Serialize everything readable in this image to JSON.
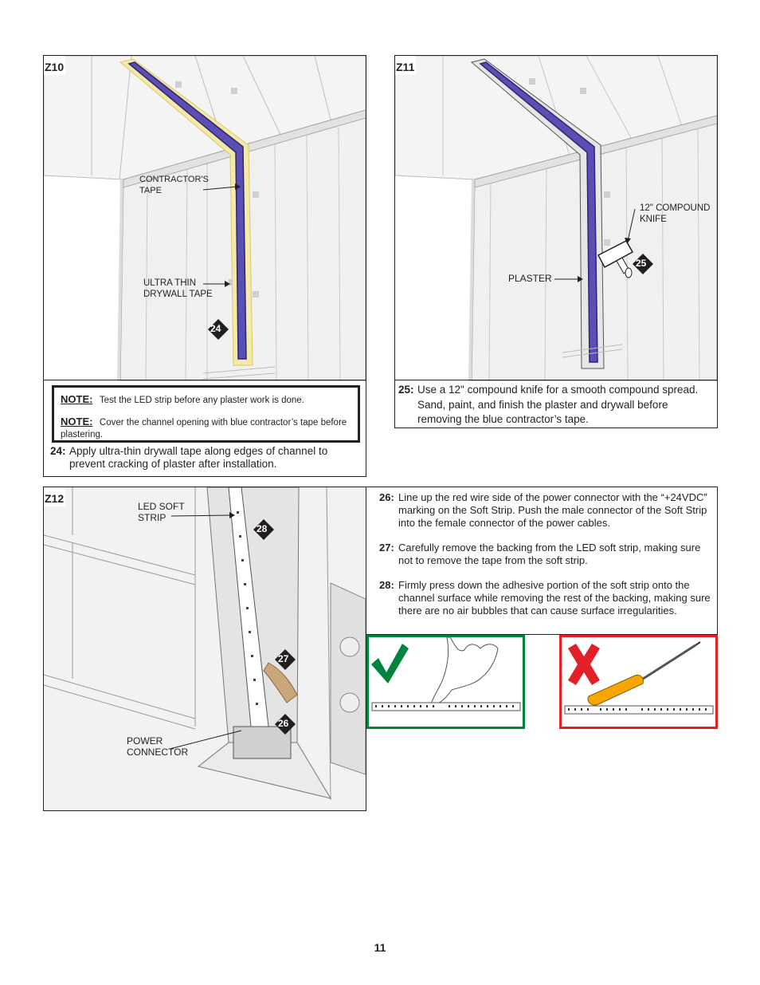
{
  "panels": {
    "z10": {
      "label": "Z10",
      "callouts": {
        "contractors_tape": "CONTRACTOR'S\nTAPE",
        "drywall_tape": "ULTRA THIN\nDRYWALL TAPE"
      },
      "step_badge": "24",
      "notes": [
        {
          "label": "NOTE:",
          "text": "Test the LED strip before any plaster work is done."
        },
        {
          "label": "NOTE:",
          "text": "Cover the channel opening with blue contractor’s tape before plastering."
        }
      ],
      "step": {
        "num": "24:",
        "text": "Apply ultra-thin drywall tape along edges of channel to prevent cracking of plaster after installation."
      }
    },
    "z11": {
      "label": "Z11",
      "callouts": {
        "compound_knife": "12\" COMPOUND\nKNIFE",
        "plaster": "PLASTER"
      },
      "step_badge": "25",
      "step": {
        "num": "25:",
        "text": "Use a 12\" compound knife for a smooth compound spread. Sand, paint, and finish the plaster and drywall before removing the blue contractor’s tape."
      }
    },
    "z12": {
      "label": "Z12",
      "callouts": {
        "led_soft_strip": "LED SOFT\nSTRIP",
        "power_connector": "POWER\nCONNECTOR"
      },
      "step_badges": [
        "28",
        "27",
        "26"
      ],
      "steps": [
        {
          "num": "26:",
          "text": "Line up the red wire side of the power connector with the “+24VDC” marking on the Soft Strip. Push the male connector of the Soft Strip into the female connector of the power cables."
        },
        {
          "num": "27:",
          "text": "Carefully remove the backing from the LED soft strip, making sure not to remove the tape from the soft strip."
        },
        {
          "num": "28:",
          "text": "Firmly press down the adhesive portion of the soft strip onto the channel surface while removing the rest of the backing, making sure there are no air bubbles that can cause surface irregularities."
        }
      ]
    }
  },
  "examples": {
    "correct_color": "#00843d",
    "incorrect_color": "#e22027"
  },
  "colors": {
    "led_strip_blue": "#5b4fb5",
    "tape_yellow": "#f5e9a8",
    "badge_black": "#231f20",
    "backing_tan": "#c9a77a",
    "screwdriver_yellow": "#f7a600"
  },
  "page_number": "11"
}
